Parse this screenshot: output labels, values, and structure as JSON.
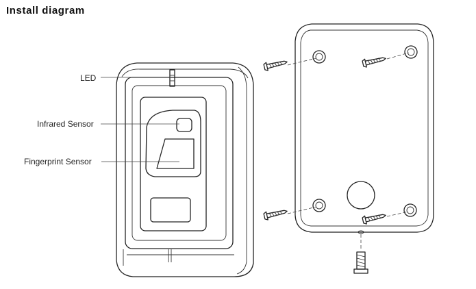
{
  "title": "Install diagram",
  "callouts": {
    "led": "LED",
    "infrared": "Infrared Sensor",
    "fingerprint": "Fingerprint Sensor"
  },
  "colors": {
    "line": "#222222",
    "background": "#ffffff"
  },
  "icons": [
    "screw-icon",
    "bottom-screw-icon"
  ]
}
